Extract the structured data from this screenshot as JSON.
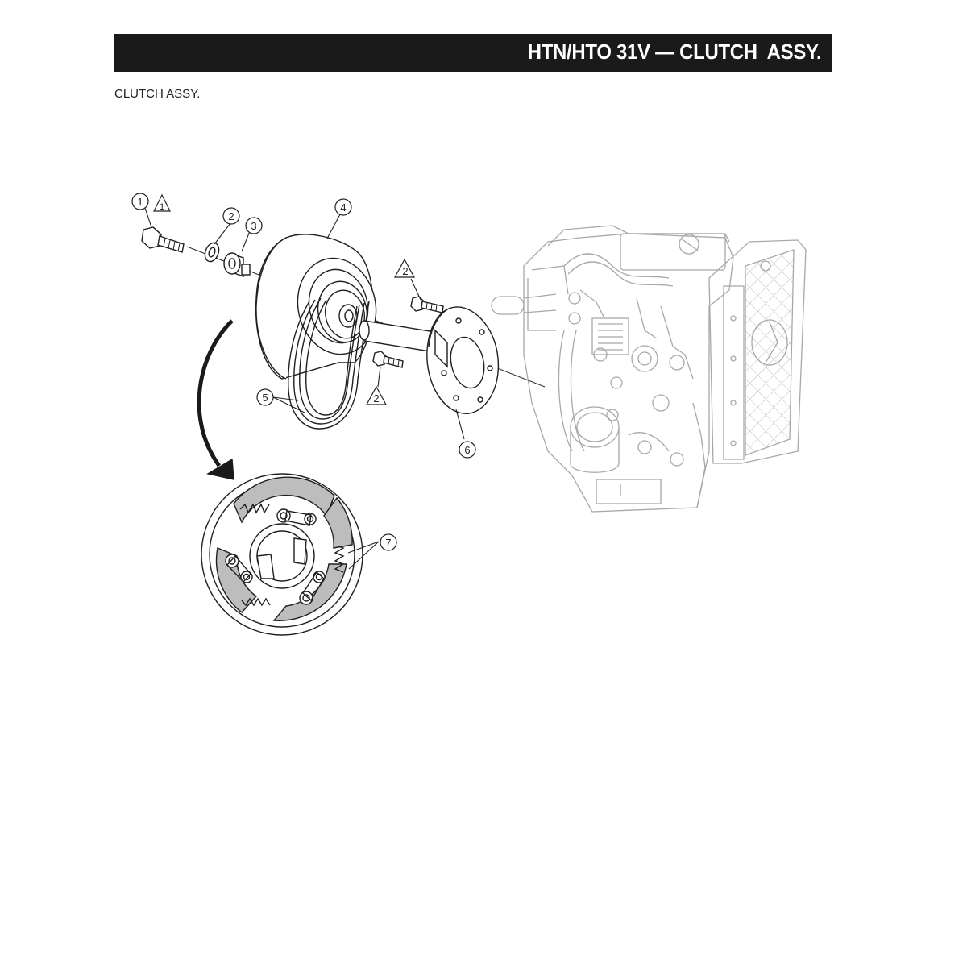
{
  "header": {
    "title": "HTN/HTO 31V — CLUTCH  ASSY."
  },
  "subtitle": "CLUTCH ASSY.",
  "callouts": {
    "c1": "1",
    "c2": "2",
    "c3": "3",
    "c4": "4",
    "c5": "5",
    "c6": "6",
    "c7": "7",
    "w1": "1",
    "w2a": "2",
    "w2b": "2"
  }
}
